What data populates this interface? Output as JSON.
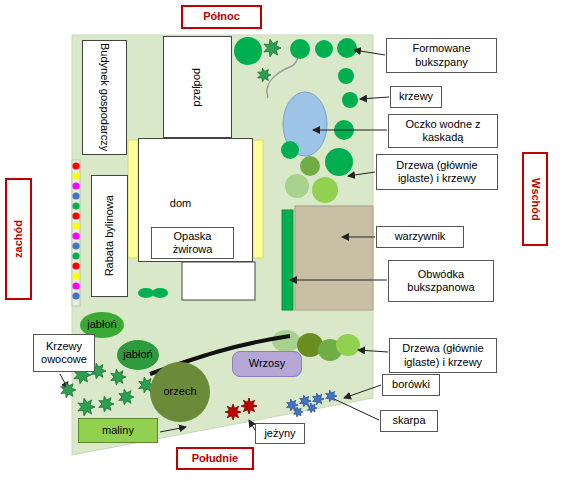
{
  "diagram": {
    "nodes": [
      {
        "text": [
          "Północ"
        ]
      },
      {
        "text": [
          "Budynek gospodarczy"
        ]
      },
      {
        "text": [
          "podjazd"
        ]
      },
      {
        "text": [
          "Formowane bukszpany"
        ]
      },
      {
        "text": [
          "krzewy"
        ]
      },
      {
        "text": [
          "Oczko wodne z kaskadą"
        ]
      },
      {
        "text": [
          "Drzewa (głównie iglaste) i krzewy"
        ]
      },
      {
        "text": [
          "zachód"
        ]
      },
      {
        "text": [
          "Rabata bylinowa"
        ]
      },
      {
        "text": [
          "dom"
        ]
      },
      {
        "text": [
          "Opaska żwirowa"
        ],
        "in": 9
      },
      {
        "text": [
          "Wschód"
        ]
      },
      {
        "text": [
          "warzywnik"
        ]
      },
      {
        "text": [
          "Obwódka bukszpanowa"
        ]
      },
      {
        "text": [
          "jabłoń"
        ]
      },
      {
        "text": [
          "Krzewy owocowe"
        ]
      },
      {
        "text": [
          "jabłoń"
        ]
      },
      {
        "text": [
          "Drzewa (głównie iglaste) i krzewy"
        ]
      },
      {
        "text": [
          "Wrzosy"
        ]
      },
      {
        "text": [
          "orzech"
        ]
      },
      {
        "text": [
          "borówki"
        ]
      },
      {
        "text": [
          "skarpa"
        ]
      },
      {
        "text": [
          "maliny"
        ]
      },
      {
        "text": [
          "jeżyny"
        ]
      },
      {
        "text": [
          "Południe"
        ]
      }
    ]
  }
}
